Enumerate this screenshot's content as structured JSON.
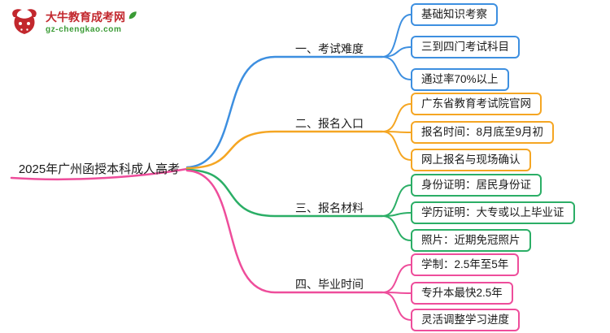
{
  "logo": {
    "title": "大牛教育成考网",
    "subtitle": "gz-chengkao.com",
    "icons": {
      "main": "bull-head-icon",
      "decoration": "leaf-icon"
    },
    "colors": {
      "red": "#c2272d",
      "green": "#3a9b35"
    }
  },
  "root": {
    "label": "2025年广州函授本科成人高考"
  },
  "branches": [
    {
      "label": "一、考试难度",
      "color": "#3D8FE0",
      "children": [
        "基础知识考察",
        "三到四门考试科目",
        "通过率70%以上"
      ]
    },
    {
      "label": "二、报名入口",
      "color": "#F5A623",
      "children": [
        "广东省教育考试院官网",
        "报名时间：8月底至9月初",
        "网上报名与现场确认"
      ]
    },
    {
      "label": "三、报名材料",
      "color": "#2BAE66",
      "children": [
        "身份证明：居民身份证",
        "学历证明：大专或以上毕业证",
        "照片：近期免冠照片"
      ]
    },
    {
      "label": "四、毕业时间",
      "color": "#EE4D9B",
      "children": [
        "学制：2.5年至5年",
        "专升本最快2.5年",
        "灵活调整学习进度"
      ]
    }
  ]
}
